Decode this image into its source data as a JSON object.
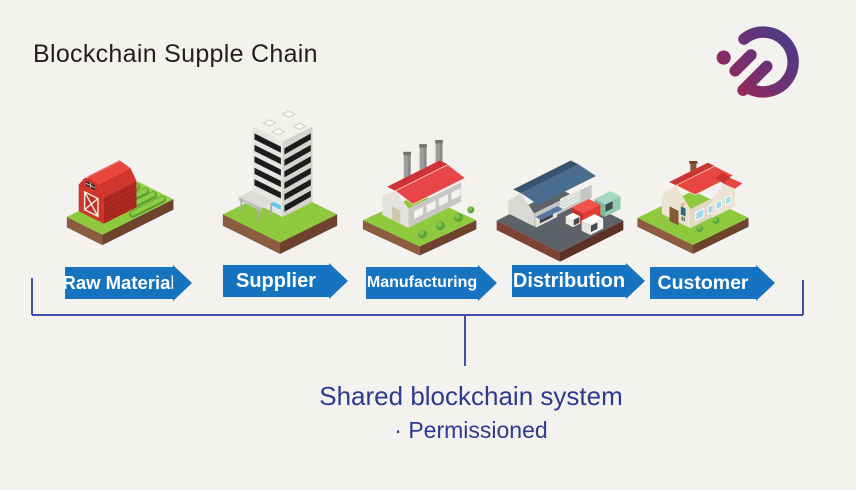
{
  "title": "Blockchain Supple Chain",
  "stations": [
    {
      "label": "Raw Material",
      "illustration": "barn-farm"
    },
    {
      "label": "Supplier",
      "illustration": "office-building"
    },
    {
      "label": "Manufacturing",
      "illustration": "factory"
    },
    {
      "label": "Distribution",
      "illustration": "warehouse-trucks"
    },
    {
      "label": "Customer",
      "illustration": "house"
    }
  ],
  "note": {
    "line1": "Shared blockchain system",
    "line2": "· Permissioned"
  },
  "colors": {
    "background": "#f4f2ef",
    "banner_blue": "#1673bf",
    "bracket_line": "#4150a2",
    "note_text": "#2d3a8e",
    "title_text": "#231f1b",
    "logo_red": "#b02346",
    "logo_indigo": "#3c3e8f"
  }
}
